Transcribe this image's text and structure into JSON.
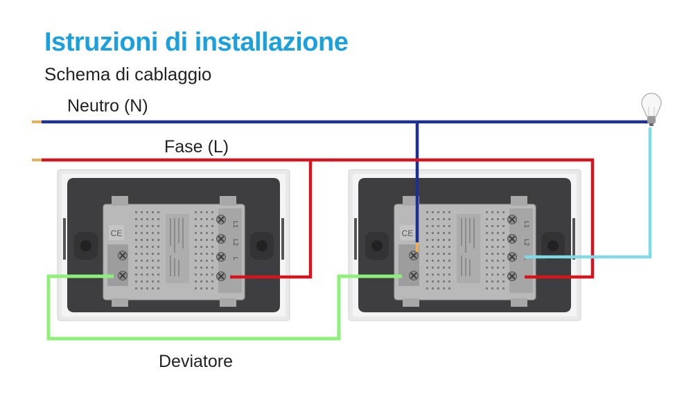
{
  "header": {
    "title": "Istruzioni di installazione",
    "subtitle": "Schema di cablaggio"
  },
  "labels": {
    "neutral": "Neutro (N)",
    "phase": "Fase (L)",
    "traveler": "Deviatore"
  },
  "switches": [
    {
      "id": "switch-left",
      "terminals": [
        "L1",
        "L2",
        "L"
      ],
      "ce_mark": "CE"
    },
    {
      "id": "switch-right",
      "terminals": [
        "L1",
        "L2",
        "L"
      ],
      "ce_mark": "CE"
    }
  ],
  "colors": {
    "title": "#1aa1dd",
    "neutral_wire": "#1d2f8f",
    "phase_wire": "#d7141e",
    "traveler_wire": "#8ef07a",
    "lamp_wire": "#7fd9e6",
    "plate_frame": "#e6e6e6",
    "plate": "#3e3e40",
    "module": "#b7b7b7",
    "terminal": "#8e8e8e"
  },
  "icons": {
    "lamp": "light-bulb-icon"
  }
}
